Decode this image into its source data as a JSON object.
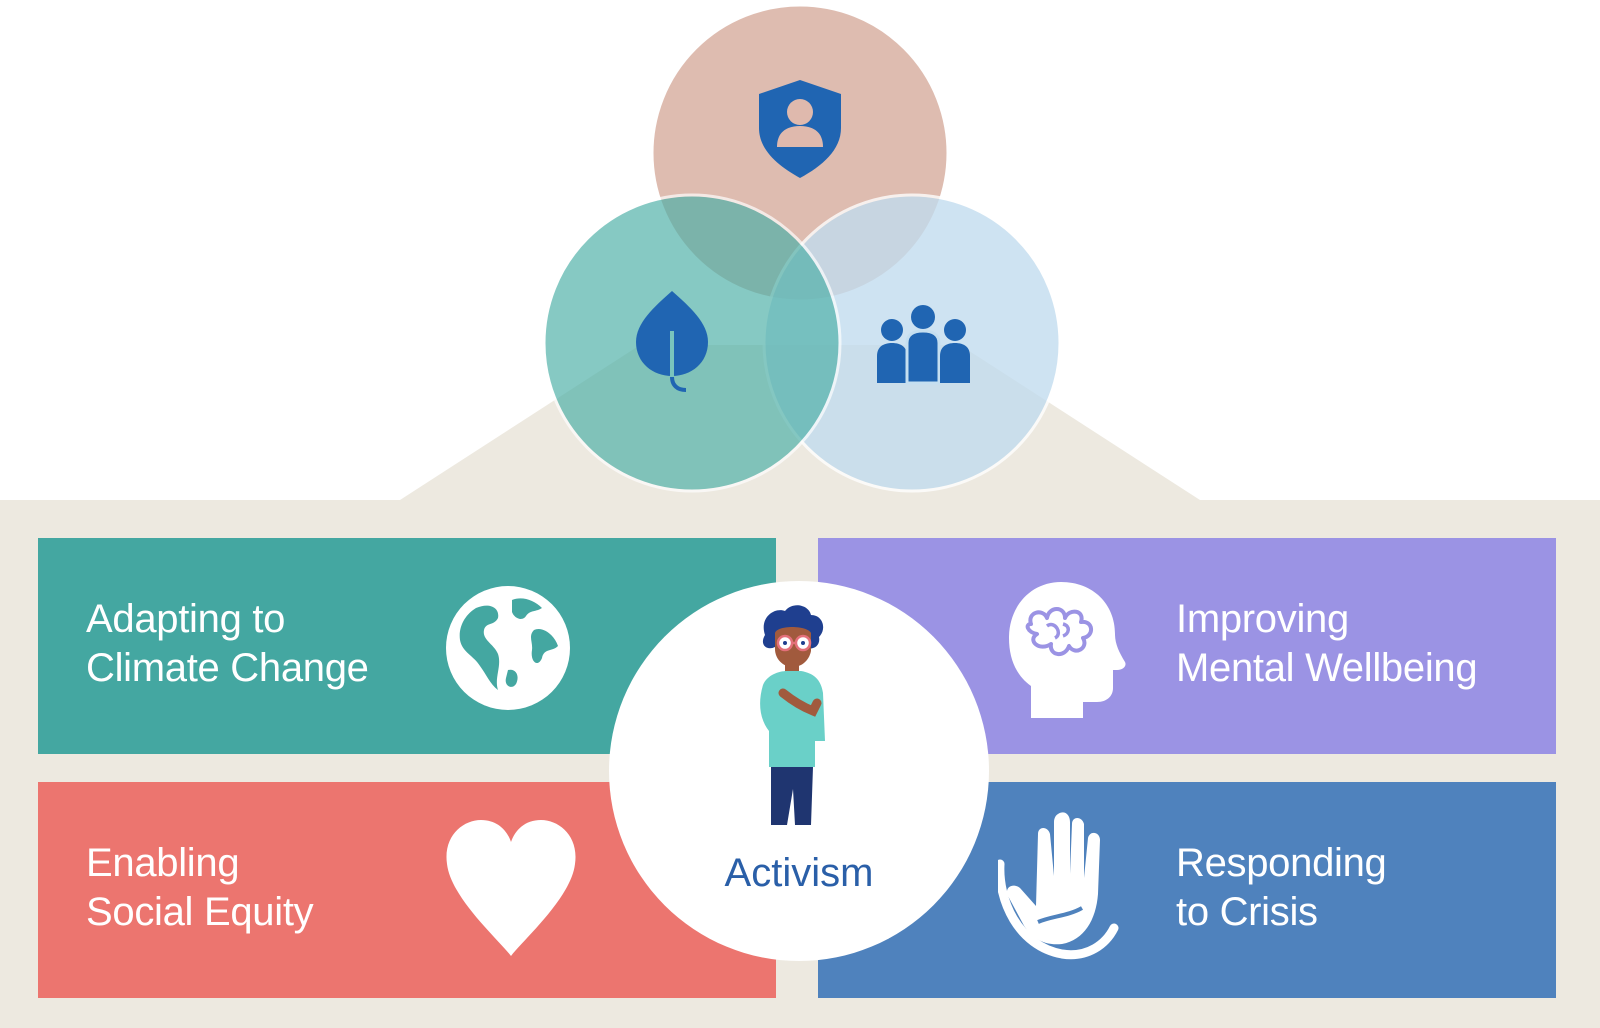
{
  "hub": {
    "label": "Activism"
  },
  "tiles": [
    {
      "label": "Adapting to\nClimate Change",
      "icon": "globe-icon",
      "color": "#44a7a1"
    },
    {
      "label": "Improving\nMental Wellbeing",
      "icon": "head-brain-icon",
      "color": "#9b93e4"
    },
    {
      "label": "Enabling\nSocial Equity",
      "icon": "heart-icon",
      "color": "#ec756f"
    },
    {
      "label": "Responding\nto Crisis",
      "icon": "helping-hand-icon",
      "color": "#4f82bd"
    }
  ],
  "venn": [
    {
      "icon": "shield-person-icon",
      "color": "#dfb9ad"
    },
    {
      "icon": "leaf-icon",
      "color": "#69bdb6"
    },
    {
      "icon": "group-icon",
      "color": "#c5dff0"
    }
  ],
  "colors": {
    "icon_blue": "#2065b2",
    "panel_bg": "#ede9e0"
  }
}
